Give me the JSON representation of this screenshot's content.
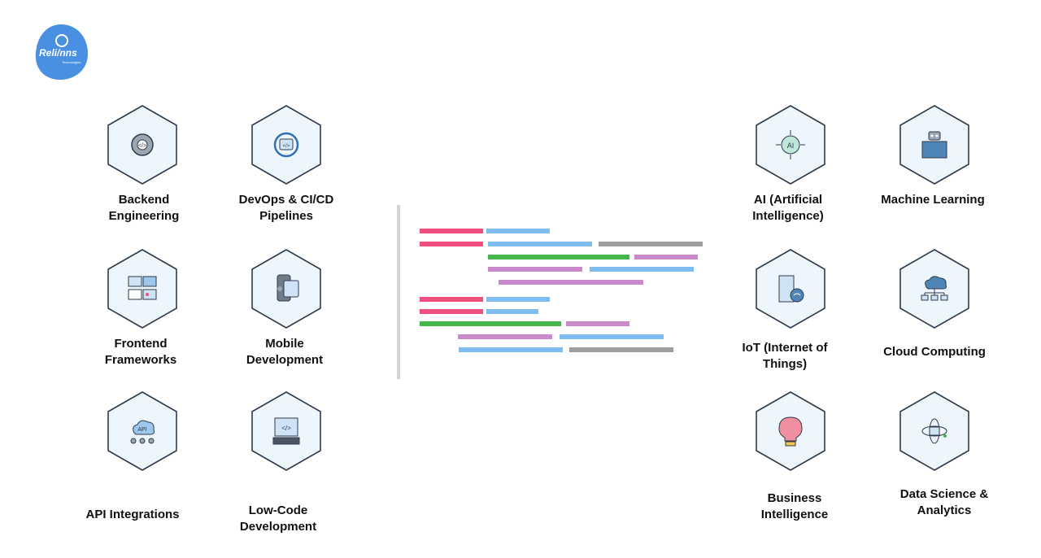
{
  "brand": {
    "name": "Reli/nns",
    "tagline": "Technologies",
    "color": "#4a90e2"
  },
  "colors": {
    "pink": "#ef4f7f",
    "blue": "#7ebcf0",
    "gray": "#9e9e9e",
    "green": "#43b649",
    "purple": "#c98acb",
    "hex_fill": "#eef6fd",
    "hex_stroke": "#2f3b4a"
  },
  "left_services": [
    {
      "label_1": "Backend",
      "label_2": "Engineering",
      "icon": "gear-code-icon"
    },
    {
      "label_1": "DevOps & CI/CD",
      "label_2": "Pipelines",
      "icon": "devops-loop-icon"
    },
    {
      "label_1": "Frontend",
      "label_2": "Frameworks",
      "icon": "ui-components-icon"
    },
    {
      "label_1": "Mobile",
      "label_2": "Development",
      "icon": "mobile-devices-icon"
    },
    {
      "label_1": "API Integrations",
      "label_2": "",
      "icon": "api-cloud-icon"
    },
    {
      "label_1": "Low-Code",
      "label_2": "Development",
      "icon": "low-code-icon"
    }
  ],
  "right_services": [
    {
      "label_1": "AI (Artificial",
      "label_2": "Intelligence)",
      "icon": "ai-chip-icon"
    },
    {
      "label_1": "Machine Learning",
      "label_2": "",
      "icon": "robot-book-icon"
    },
    {
      "label_1": "IoT (Internet of",
      "label_2": "Things)",
      "icon": "iot-door-icon"
    },
    {
      "label_1": "Cloud Computing",
      "label_2": "",
      "icon": "cloud-network-icon"
    },
    {
      "label_1": "Business",
      "label_2": "Intelligence",
      "icon": "brain-bulb-icon"
    },
    {
      "label_1": "Data Science &",
      "label_2": "Analytics",
      "icon": "atom-data-icon"
    }
  ]
}
